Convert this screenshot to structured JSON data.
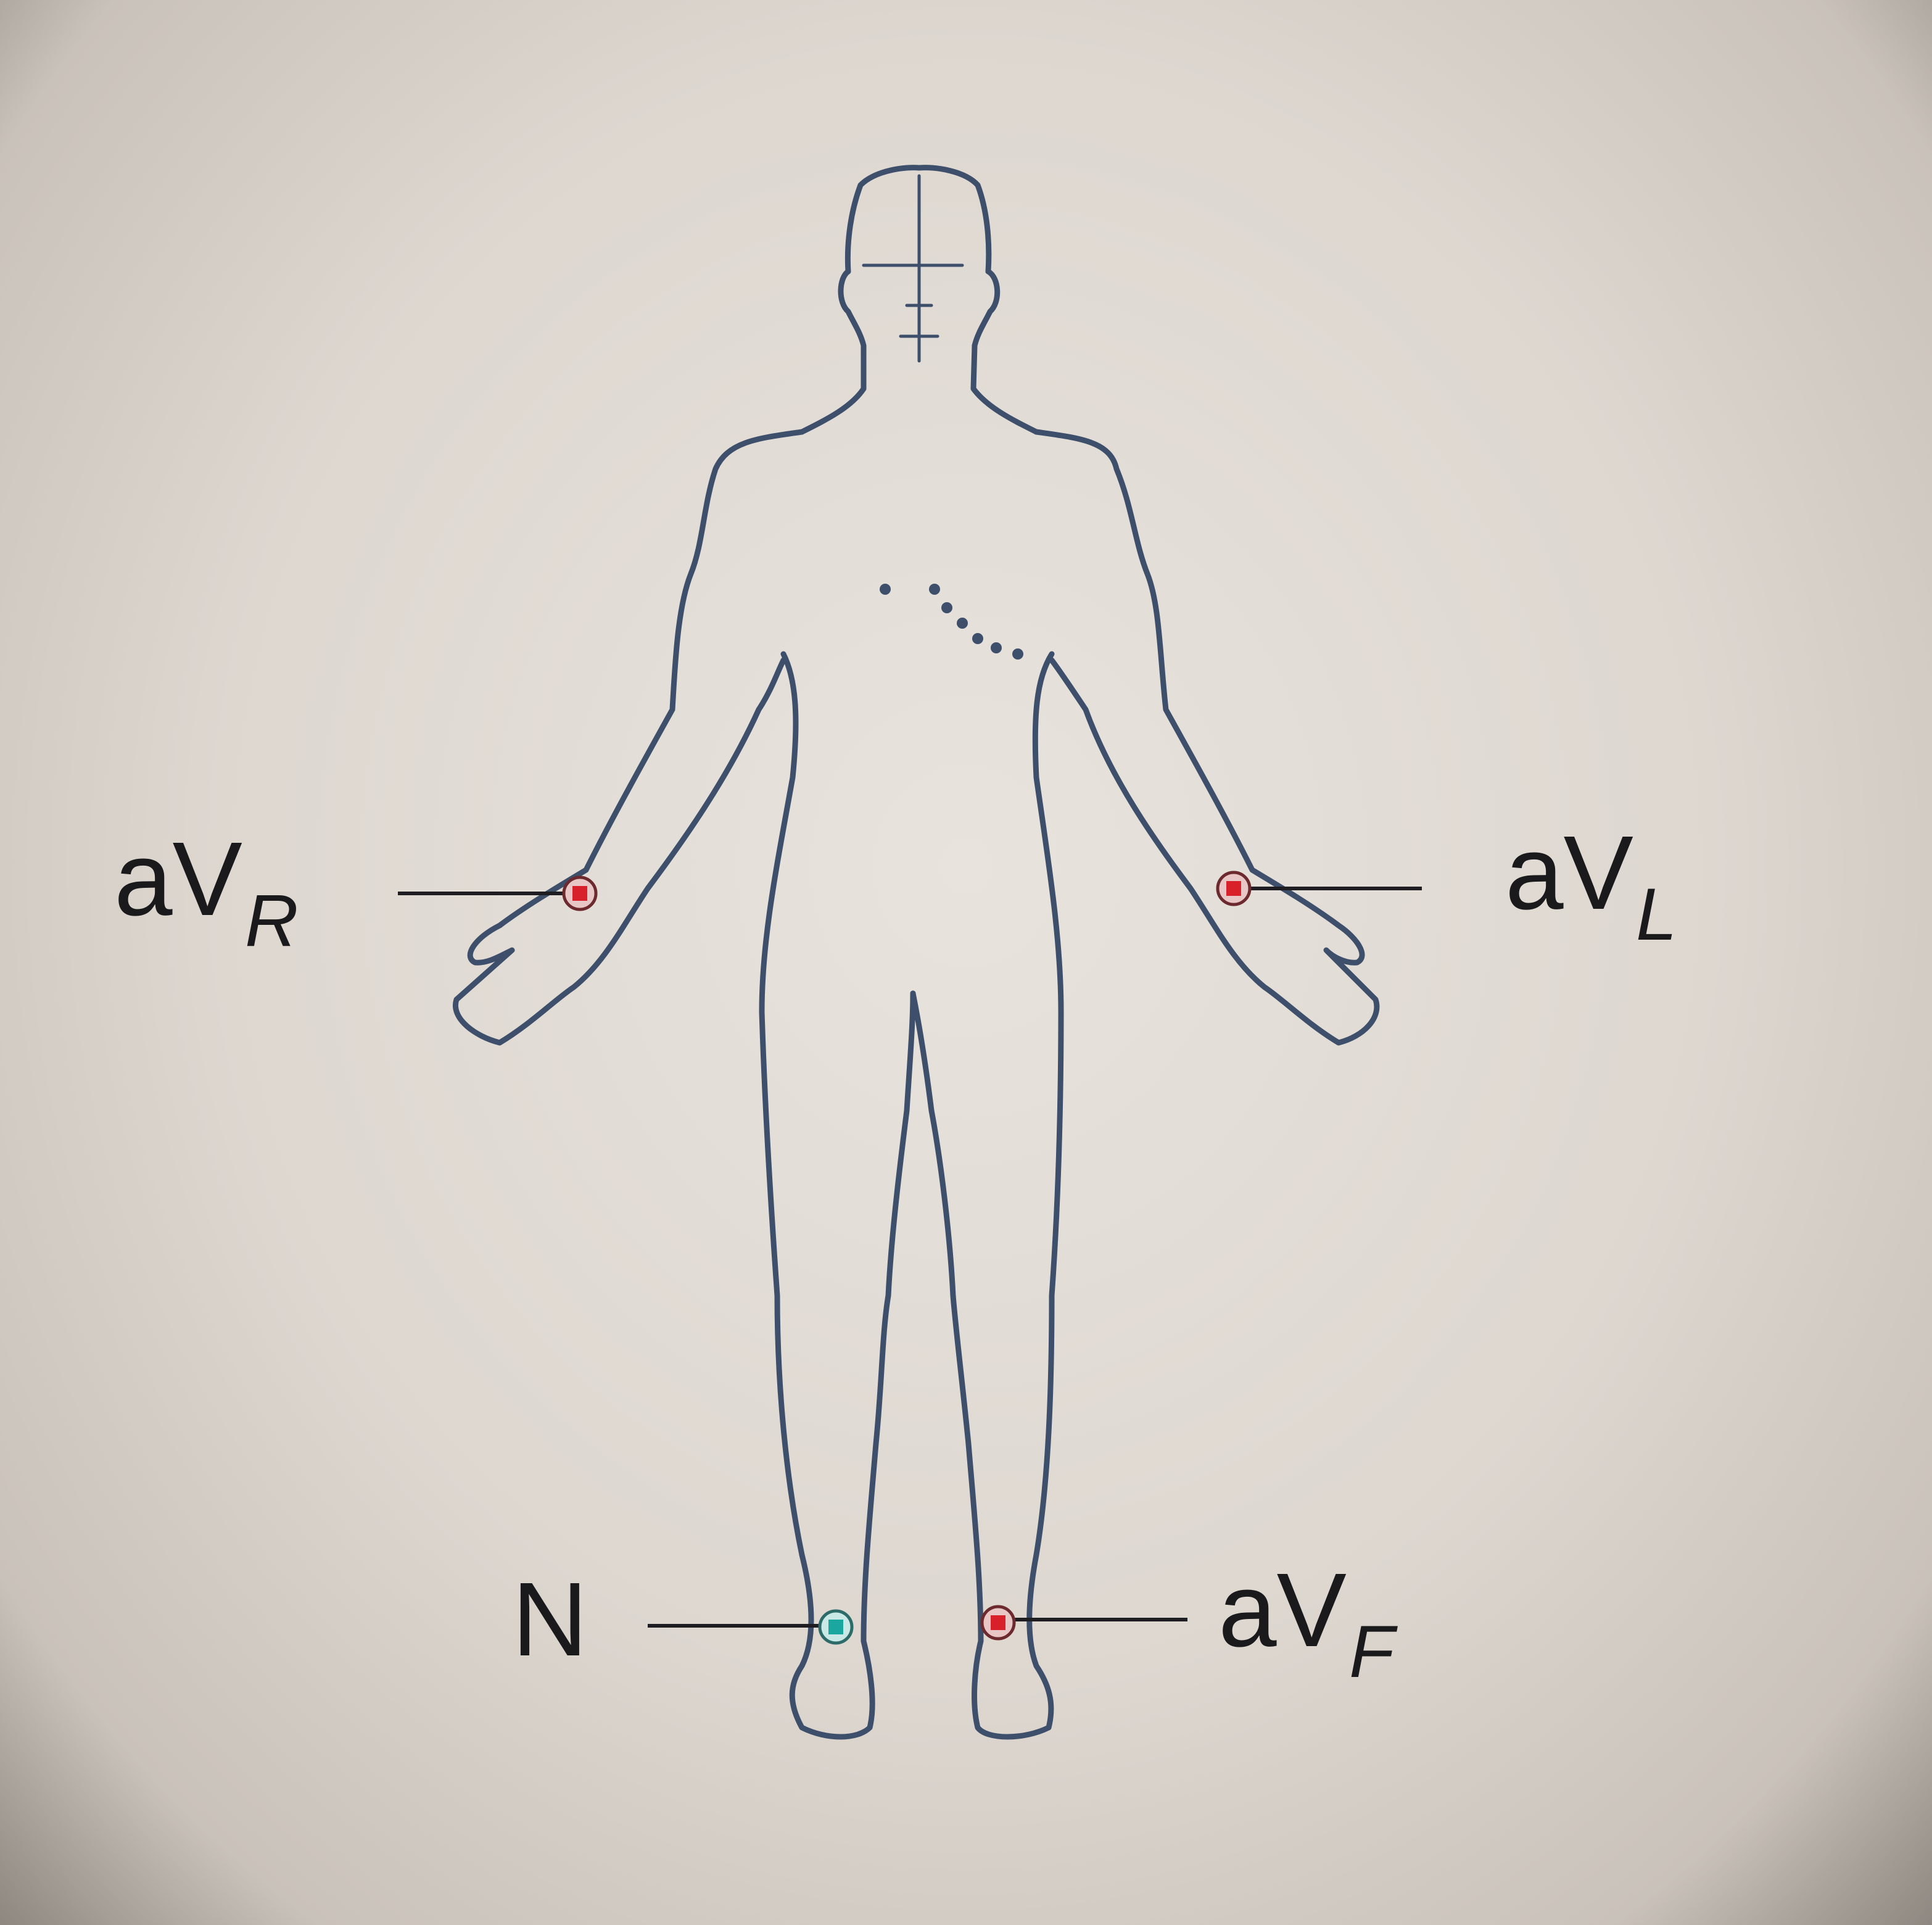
{
  "diagram": {
    "leads": {
      "avr": {
        "prefix": "aV",
        "subscript": "R",
        "electrode_color": "#d8202a"
      },
      "avl": {
        "prefix": "aV",
        "subscript": "L",
        "electrode_color": "#d8202a"
      },
      "n": {
        "prefix": "N",
        "subscript": "",
        "electrode_color": "#1aa7a0"
      },
      "avf": {
        "prefix": "aV",
        "subscript": "F",
        "electrode_color": "#d8202a"
      }
    },
    "colors": {
      "body_outline": "#3d4f6b",
      "lead_wire": "#1e1e22",
      "background": "#e3ded8"
    }
  }
}
